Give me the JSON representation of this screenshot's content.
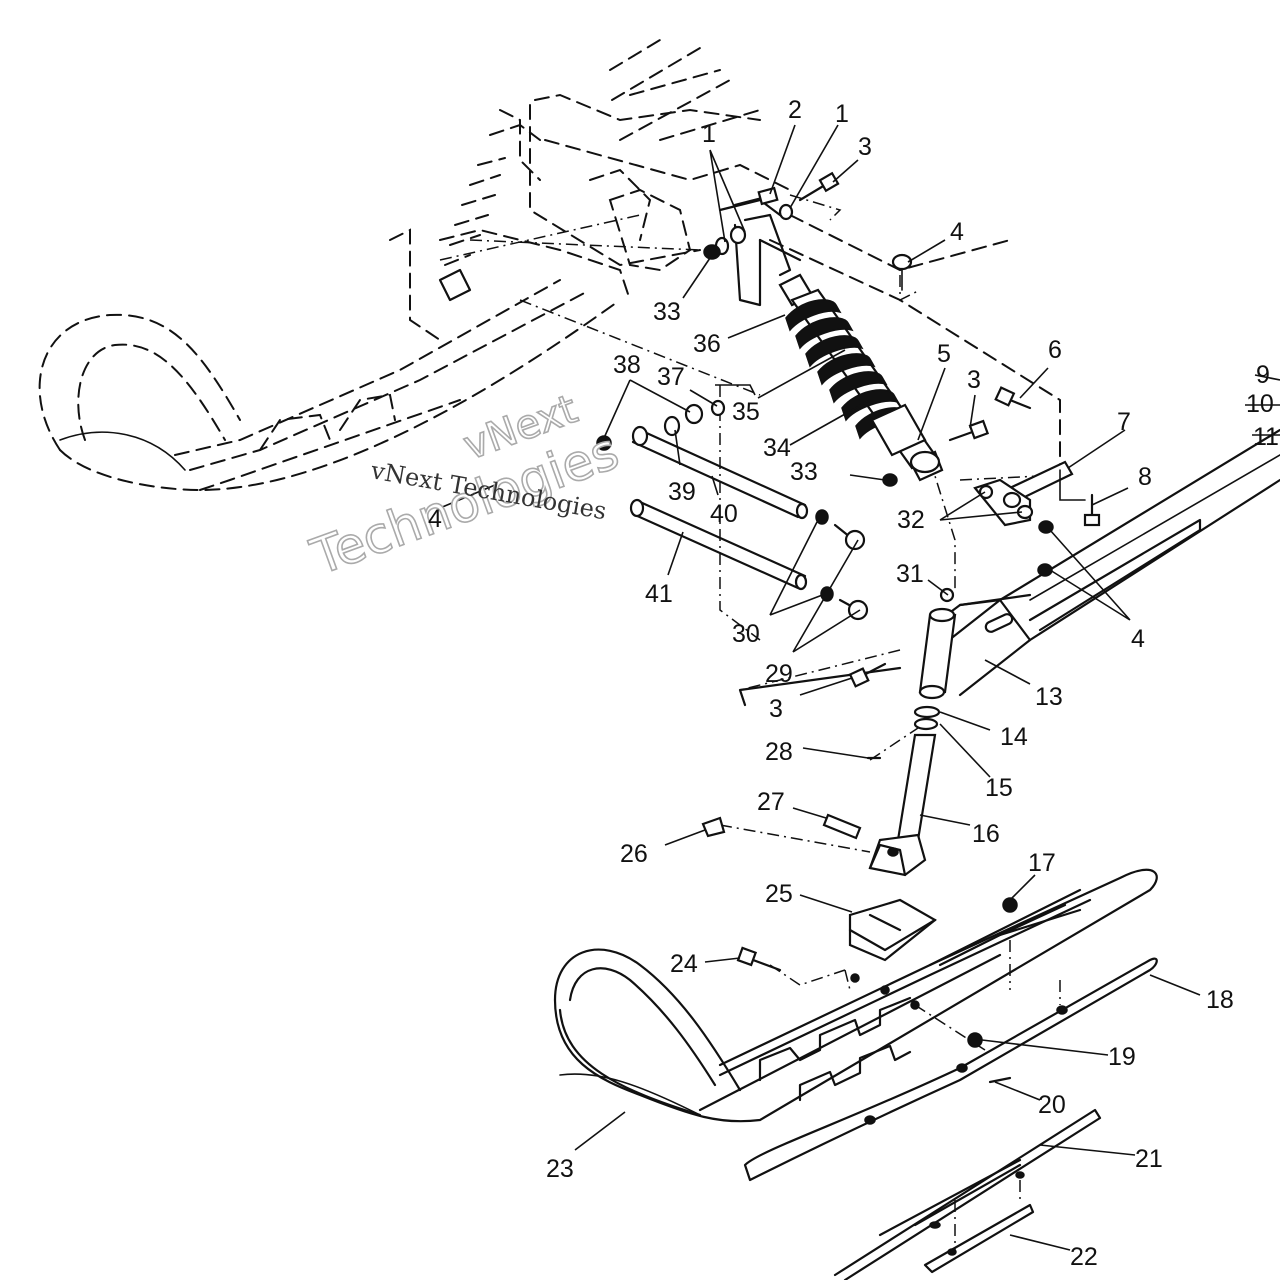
{
  "watermark": {
    "line1": "vNext",
    "line2": "Technologies",
    "small": "vNext Technologies"
  },
  "callouts": [
    {
      "id": "c-2",
      "label": "2"
    },
    {
      "id": "c-1a",
      "label": "1"
    },
    {
      "id": "c-1b",
      "label": "1"
    },
    {
      "id": "c-3a",
      "label": "3"
    },
    {
      "id": "c-4a",
      "label": "4"
    },
    {
      "id": "c-33a",
      "label": "33"
    },
    {
      "id": "c-36",
      "label": "36"
    },
    {
      "id": "c-5",
      "label": "5"
    },
    {
      "id": "c-6",
      "label": "6"
    },
    {
      "id": "c-3b",
      "label": "3"
    },
    {
      "id": "c-9",
      "label": "9"
    },
    {
      "id": "c-10",
      "label": "10"
    },
    {
      "id": "c-11",
      "label": "11"
    },
    {
      "id": "c-38",
      "label": "38"
    },
    {
      "id": "c-37",
      "label": "37"
    },
    {
      "id": "c-35",
      "label": "35"
    },
    {
      "id": "c-34",
      "label": "34"
    },
    {
      "id": "c-7",
      "label": "7"
    },
    {
      "id": "c-33b",
      "label": "33"
    },
    {
      "id": "c-8",
      "label": "8"
    },
    {
      "id": "c-39",
      "label": "39"
    },
    {
      "id": "c-4b",
      "label": "4"
    },
    {
      "id": "c-40",
      "label": "40"
    },
    {
      "id": "c-32",
      "label": "32"
    },
    {
      "id": "c-31",
      "label": "31"
    },
    {
      "id": "c-41",
      "label": "41"
    },
    {
      "id": "c-4c",
      "label": "4"
    },
    {
      "id": "c-30",
      "label": "30"
    },
    {
      "id": "c-29",
      "label": "29"
    },
    {
      "id": "c-13",
      "label": "13"
    },
    {
      "id": "c-3c",
      "label": "3"
    },
    {
      "id": "c-14",
      "label": "14"
    },
    {
      "id": "c-28",
      "label": "28"
    },
    {
      "id": "c-15",
      "label": "15"
    },
    {
      "id": "c-27",
      "label": "27"
    },
    {
      "id": "c-16",
      "label": "16"
    },
    {
      "id": "c-26",
      "label": "26"
    },
    {
      "id": "c-17",
      "label": "17"
    },
    {
      "id": "c-25",
      "label": "25"
    },
    {
      "id": "c-24",
      "label": "24"
    },
    {
      "id": "c-18",
      "label": "18"
    },
    {
      "id": "c-19",
      "label": "19"
    },
    {
      "id": "c-20",
      "label": "20"
    },
    {
      "id": "c-23",
      "label": "23"
    },
    {
      "id": "c-21",
      "label": "21"
    },
    {
      "id": "c-22",
      "label": "22"
    }
  ]
}
